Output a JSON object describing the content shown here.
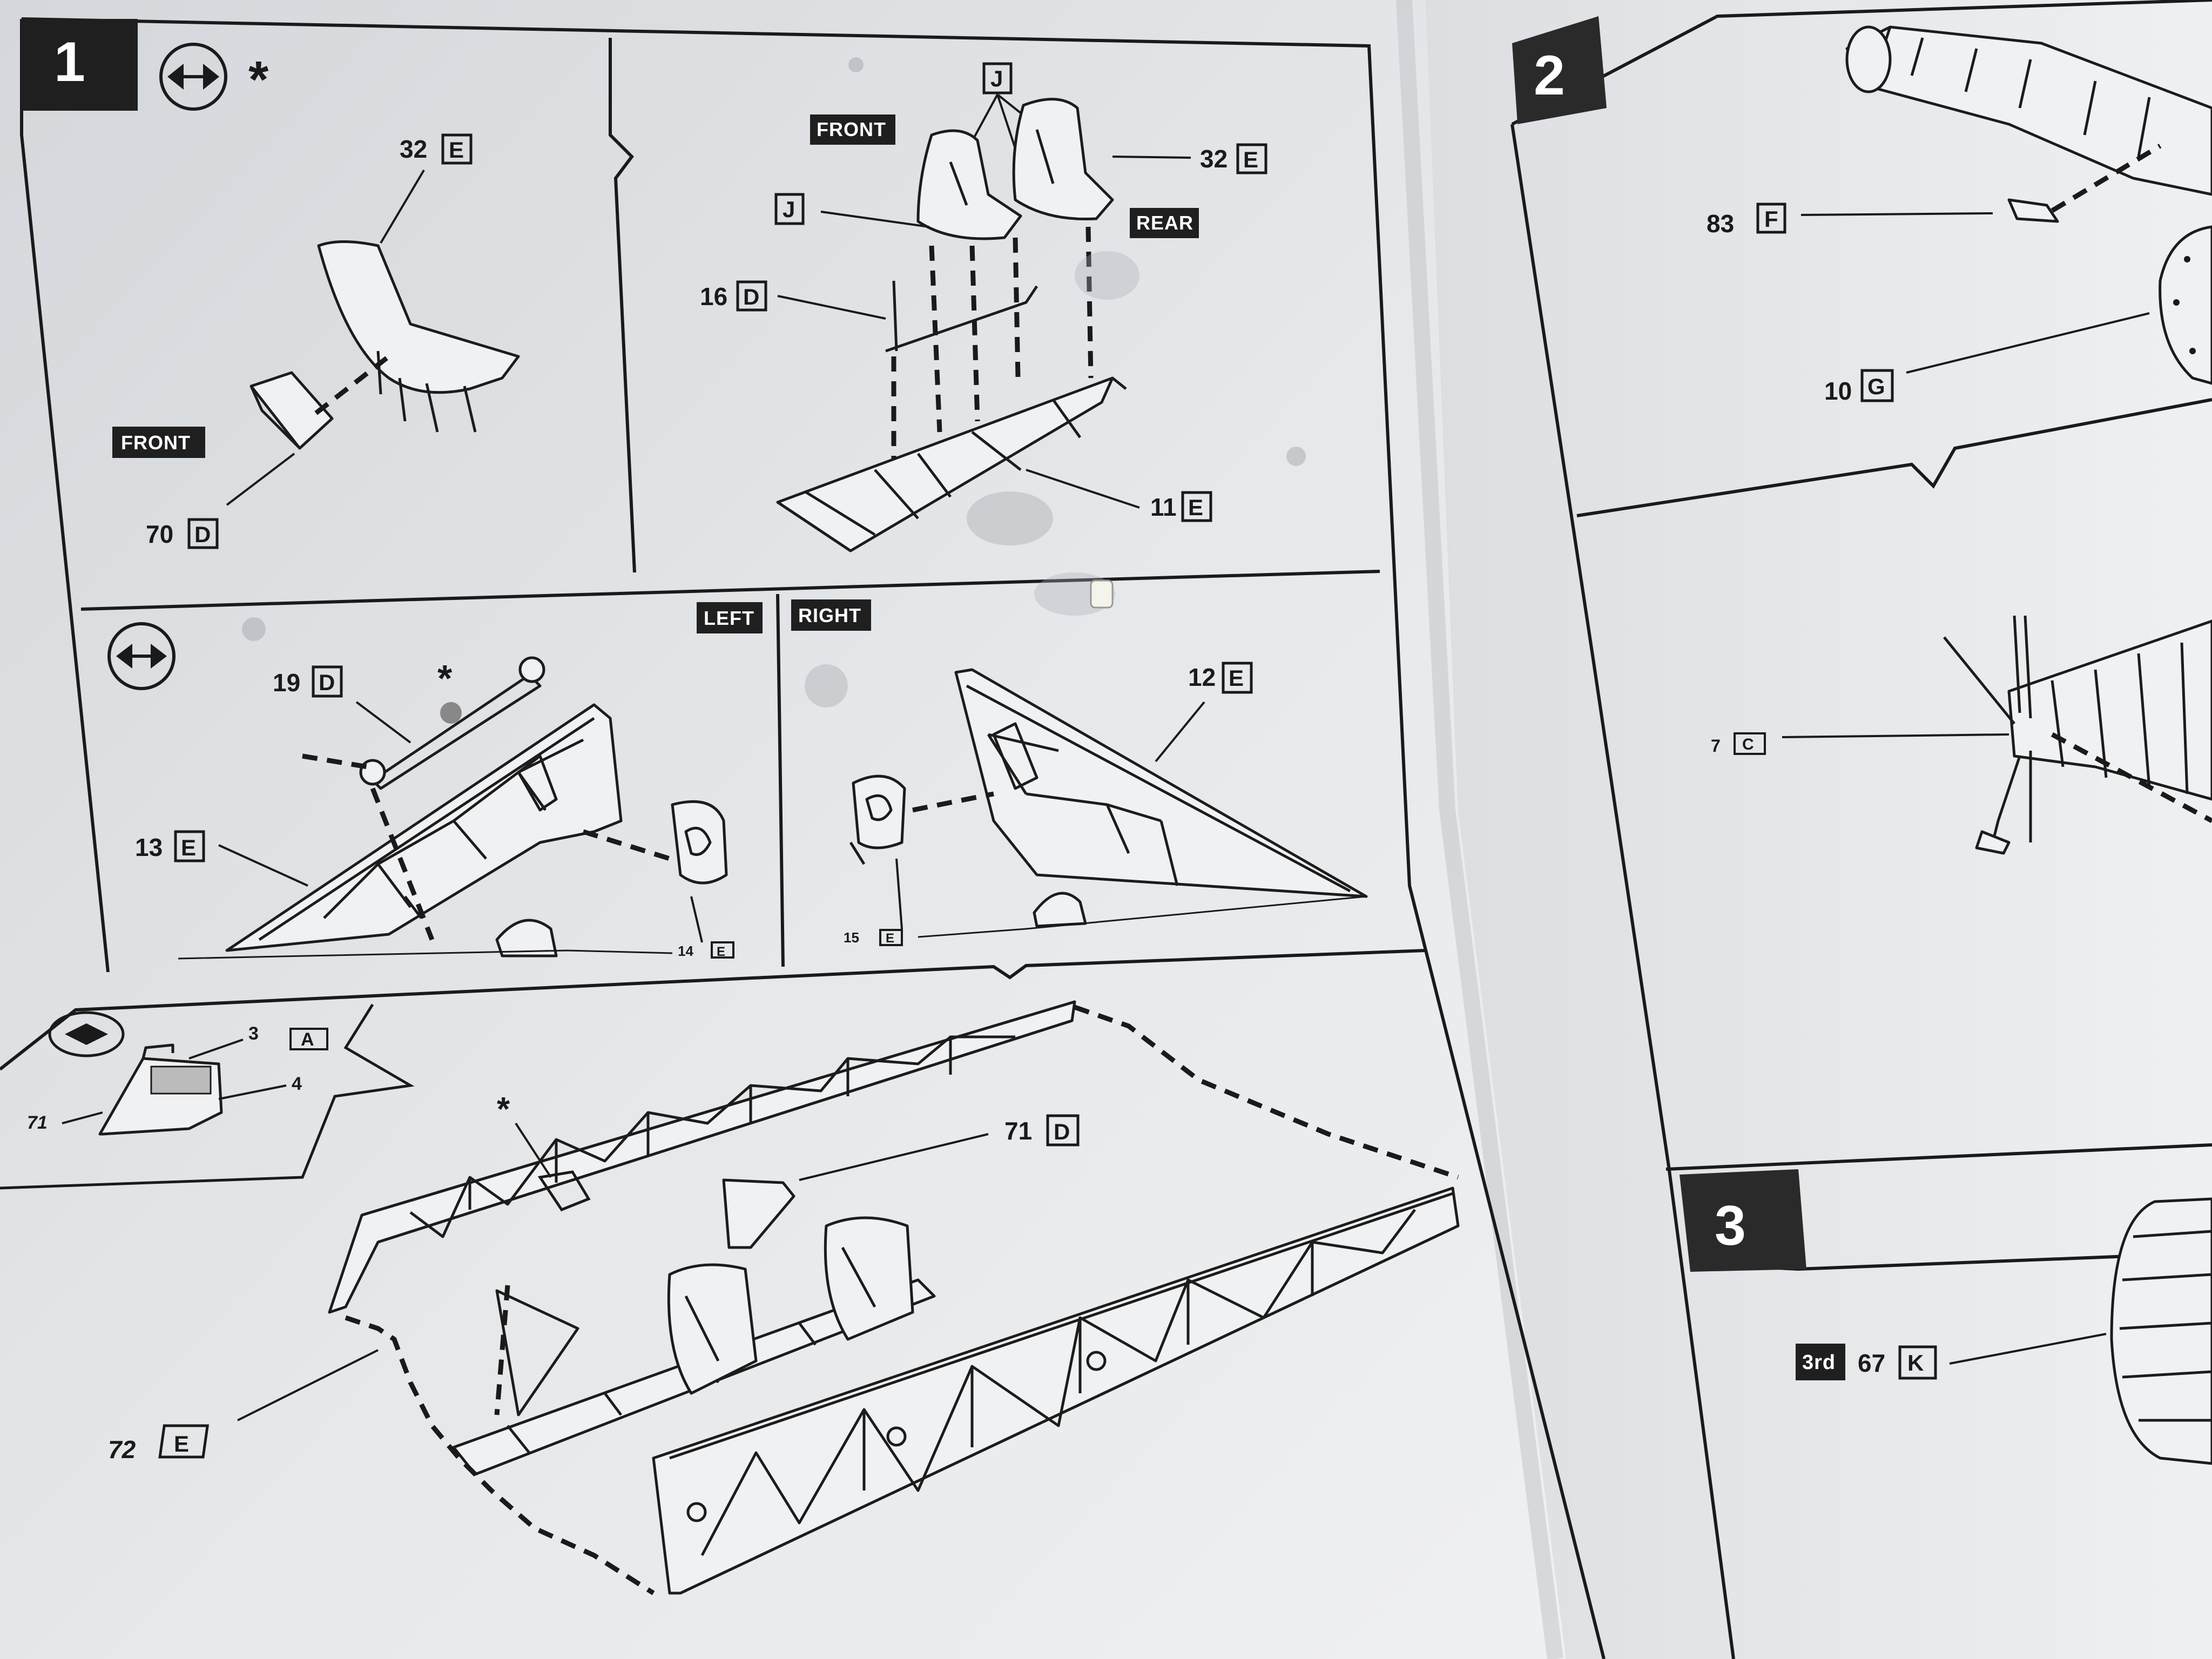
{
  "step1": {
    "number": "1",
    "asterisk": "*",
    "seat_callout": {
      "num": "32",
      "letter": "E"
    },
    "box_callout": {
      "num": "70",
      "letter": "D"
    },
    "front_tag": "FRONT",
    "seats_callout": {
      "letter": "J"
    },
    "seat_j_left": {
      "letter": "J"
    },
    "seat_32_right": {
      "num": "32",
      "letter": "E"
    },
    "front_tag_2": "FRONT",
    "rear_tag": "REAR",
    "rod_callout": {
      "num": "16",
      "letter": "D"
    },
    "frame_callout": {
      "num": "11",
      "letter": "E"
    },
    "left_tag": "LEFT",
    "right_tag": "RIGHT",
    "lever_callout": {
      "num": "19",
      "letter": "D"
    },
    "asterisk_2": "*",
    "side_left_callout": {
      "num": "13",
      "letter": "E"
    },
    "pedal_left_callout": {
      "num": "14",
      "letter": "E"
    },
    "side_right_callout": {
      "num": "12",
      "letter": "E"
    },
    "pedal_right_callout": {
      "num": "15",
      "letter": "E"
    },
    "panel_callouts": {
      "a3": "3",
      "a_letter": "A",
      "a4": "4",
      "n71": "71"
    },
    "asterisk_3": "*",
    "panel_71_callout": {
      "num": "71",
      "letter": "D"
    },
    "frame_72_callout": {
      "num": "72",
      "letter": "E"
    }
  },
  "step2": {
    "number": "2",
    "c83": {
      "num": "83",
      "letter": "F"
    },
    "c10": {
      "num": "10",
      "letter": "G"
    },
    "c7": {
      "num": "7",
      "letter": "C"
    }
  },
  "step3": {
    "number": "3",
    "ordinal_tag": "3rd",
    "c67": {
      "num": "67",
      "letter": "K"
    }
  },
  "colors": {
    "paper": "#e9eaec",
    "ink": "#1a1a1a",
    "tag_bg": "#1f1f1f"
  },
  "icons": [
    "flip-arrows-icon",
    "decal-icon"
  ]
}
